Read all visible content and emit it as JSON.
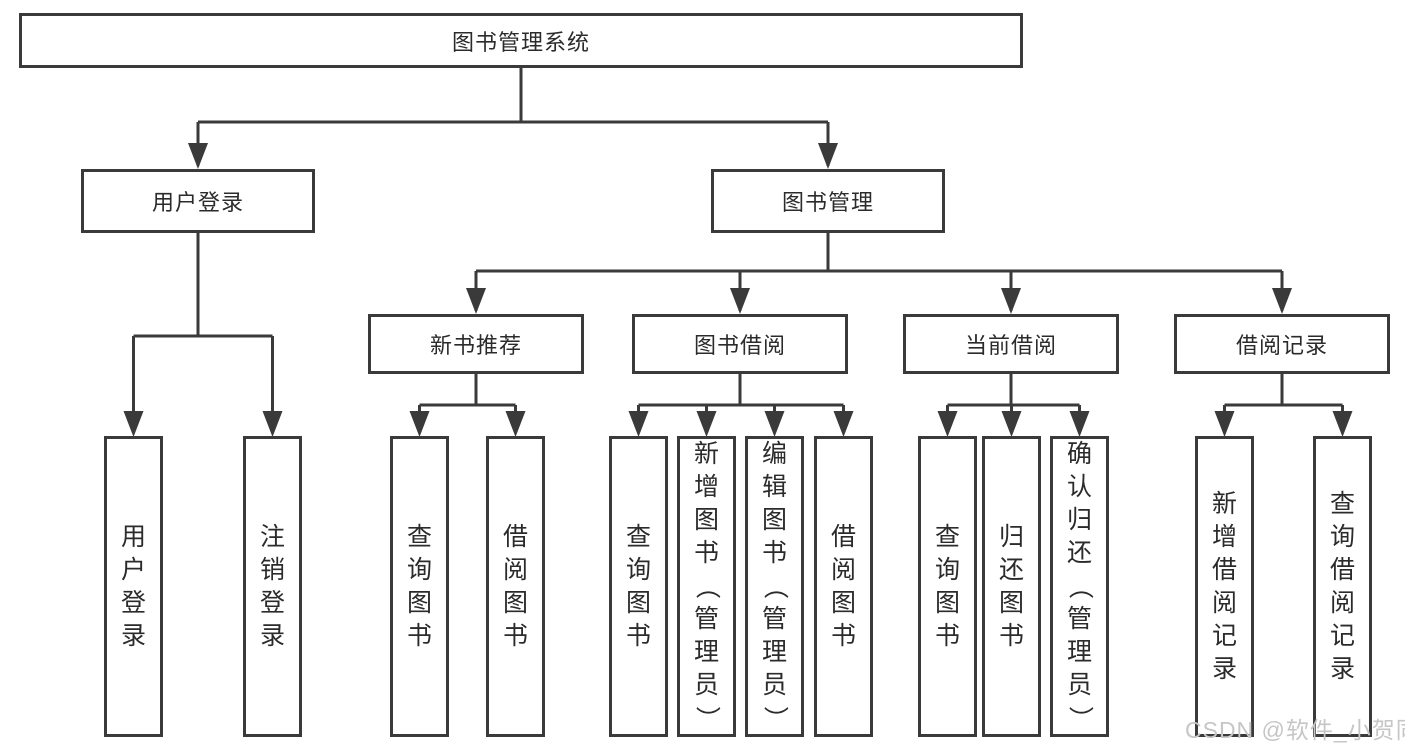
{
  "diagram": {
    "title_node": {
      "label": "图书管理系统"
    },
    "level2": [
      {
        "label": "用户登录"
      },
      {
        "label": "图书管理"
      }
    ],
    "level3": [
      {
        "label": "新书推荐"
      },
      {
        "label": "图书借阅"
      },
      {
        "label": "当前借阅"
      },
      {
        "label": "借阅记录"
      }
    ],
    "leaves": {
      "user_login": [
        "用户登录",
        "注销登录"
      ],
      "new_book": [
        "查询图书",
        "借阅图书"
      ],
      "book_borrow": [
        "查询图书",
        "新增图书（管理员）",
        "编辑图书（管理员）",
        "借阅图书"
      ],
      "current_borrow": [
        "查询图书",
        "归还图书",
        "确认归还（管理员）"
      ],
      "borrow_record": [
        "新增借阅记录",
        "查询借阅记录"
      ]
    },
    "colors": {
      "line": "#3a3a3a",
      "text": "#2b2b2b",
      "background": "#ffffff",
      "watermark": "#c6c6c6"
    }
  },
  "watermark": {
    "text": "CSDN @软件_小贺同学"
  }
}
